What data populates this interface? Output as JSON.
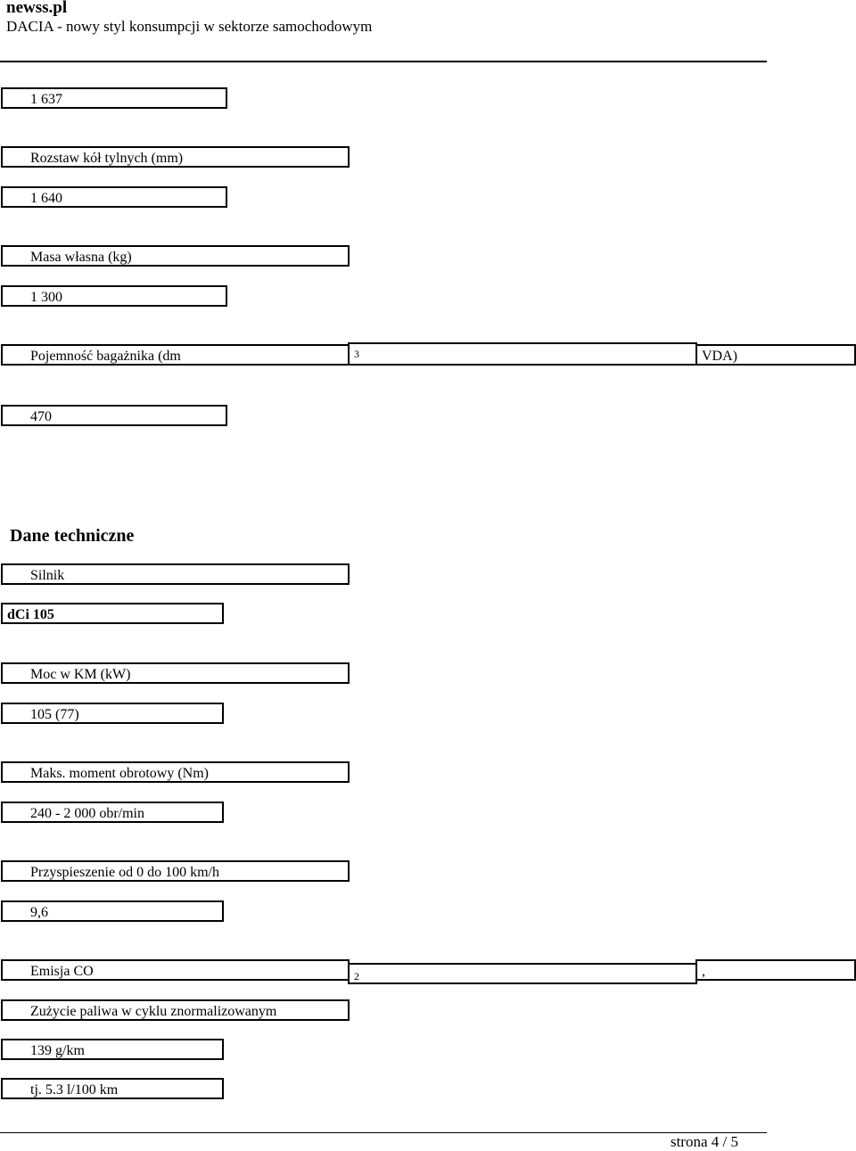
{
  "header": {
    "site": "newss.pl",
    "subtitle": "DACIA - nowy styl konsumpcji w sektorze samochodowym"
  },
  "rows": {
    "r1_value": "1 637",
    "r2_label": "Rozstaw kół tylnych (mm)",
    "r2_value": "1 640",
    "r3_label": "Masa własna (kg)",
    "r3_value": "1 300",
    "r4_label": "Pojemność bagażnika (dm",
    "r4_sup": "3",
    "r4_suffix": "VDA)",
    "r4_value": "470"
  },
  "technical": {
    "title": "Dane techniczne",
    "engine_label": "Silnik",
    "engine_value": "dCi 105",
    "power_label": "Moc w KM (kW)",
    "power_value": "105 (77)",
    "torque_label": "Maks. moment obrotowy (Nm)",
    "torque_value": "240 - 2 000 obr/min",
    "accel_label": "Przyspieszenie od 0 do 100 km/h",
    "accel_value": "9,6",
    "co2_label": "Emisja CO",
    "co2_sub": "2",
    "co2_suffix": ",",
    "consumption_label": "Zużycie paliwa w cyklu znormalizowanym",
    "co2_value": "139 g/km",
    "consumption_value": "tj. 5.3 l/100 km"
  },
  "footer": {
    "page": "strona 4 / 5"
  }
}
